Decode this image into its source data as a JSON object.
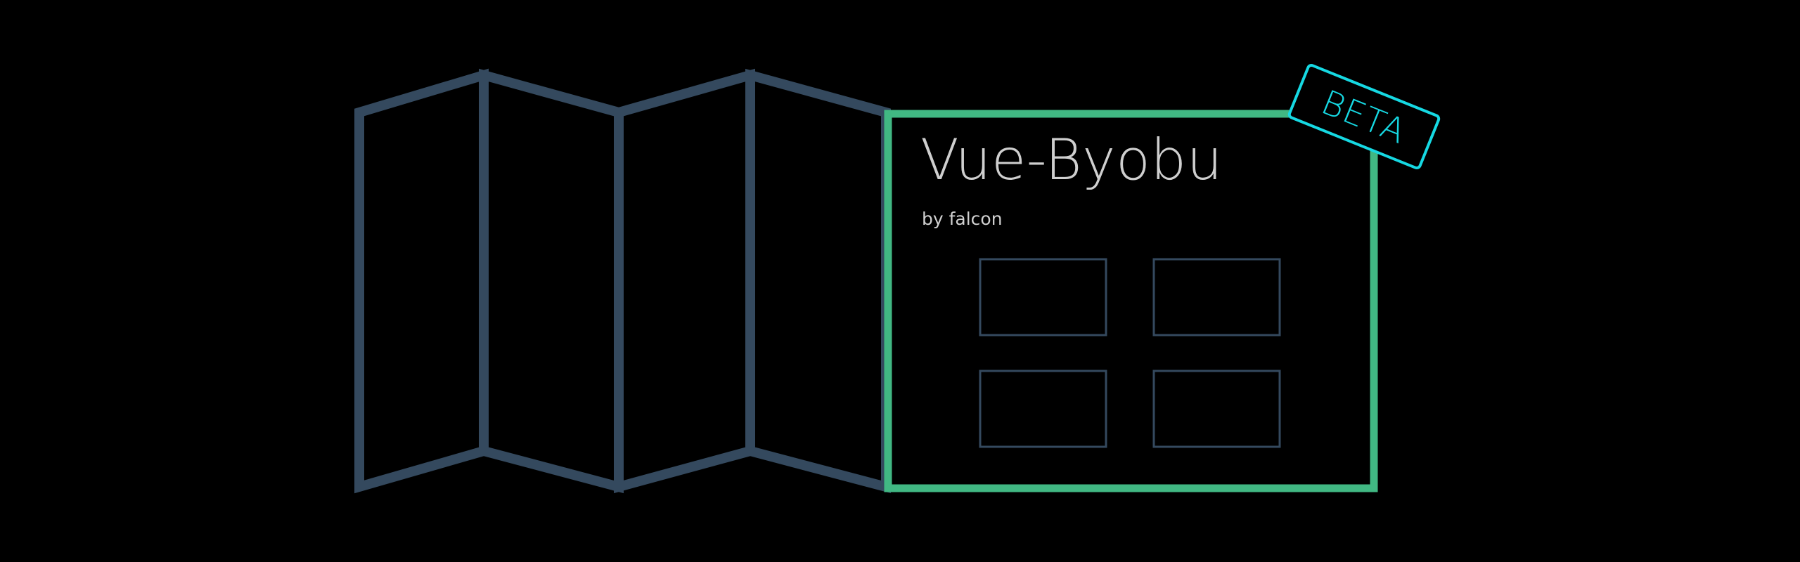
{
  "logo": {
    "title": "Vue-Byobu",
    "byline": "by falcon",
    "badge": "BETA"
  },
  "colors": {
    "background": "#000000",
    "panel_frame": "#34495e",
    "active_frame": "#41b883",
    "badge": "#16d9e3",
    "title_text": "#cfcfcf"
  }
}
